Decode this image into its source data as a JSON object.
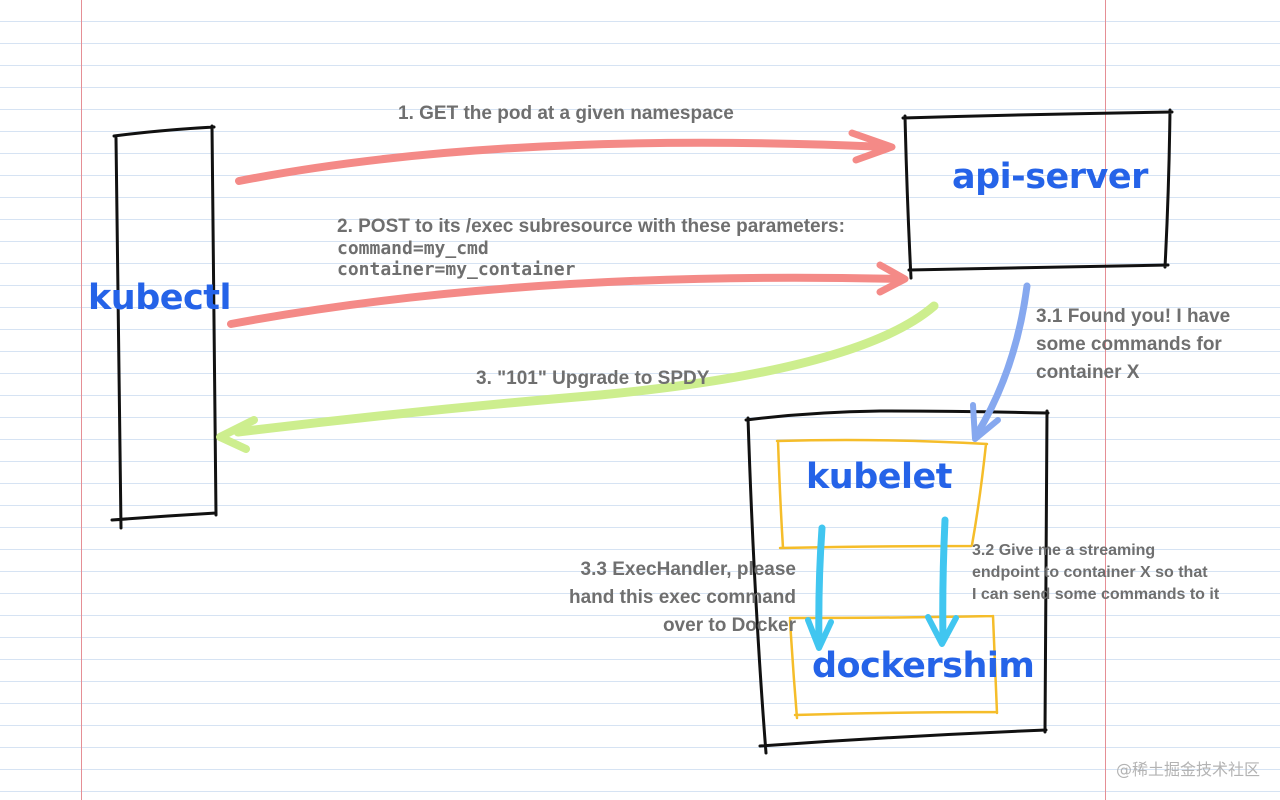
{
  "nodes": {
    "kubectl": "kubectl",
    "api_server": "api-server",
    "kubelet": "kubelet",
    "dockershim": "dockershim"
  },
  "steps": {
    "step1": "1. GET the pod at a given namespace",
    "step2": {
      "title": "2. POST to its /exec subresource with these parameters:",
      "param_command": "command=my_cmd",
      "param_container": "container=my_container"
    },
    "step3": "3. \"101\" Upgrade to SPDY",
    "step3_1": [
      "3.1 Found you! I have",
      "some commands for",
      "container X"
    ],
    "step3_2": [
      "3.2 Give me a streaming",
      "endpoint to container X so that",
      "I can send some commands to it"
    ],
    "step3_3": [
      "3.3 ExecHandler, please",
      "hand this exec command",
      "over to Docker"
    ]
  },
  "watermark": "@稀土掘金技术社区",
  "colors": {
    "request_arrow": "#f48a87",
    "response_arrow": "#cdee8e",
    "found_arrow": "#86a8ef",
    "internal_arrow": "#41c6f0",
    "node_text": "#2563e8",
    "note_text": "#6f6f6f",
    "inner_box": "#f5bd2a",
    "outline": "#111111"
  }
}
